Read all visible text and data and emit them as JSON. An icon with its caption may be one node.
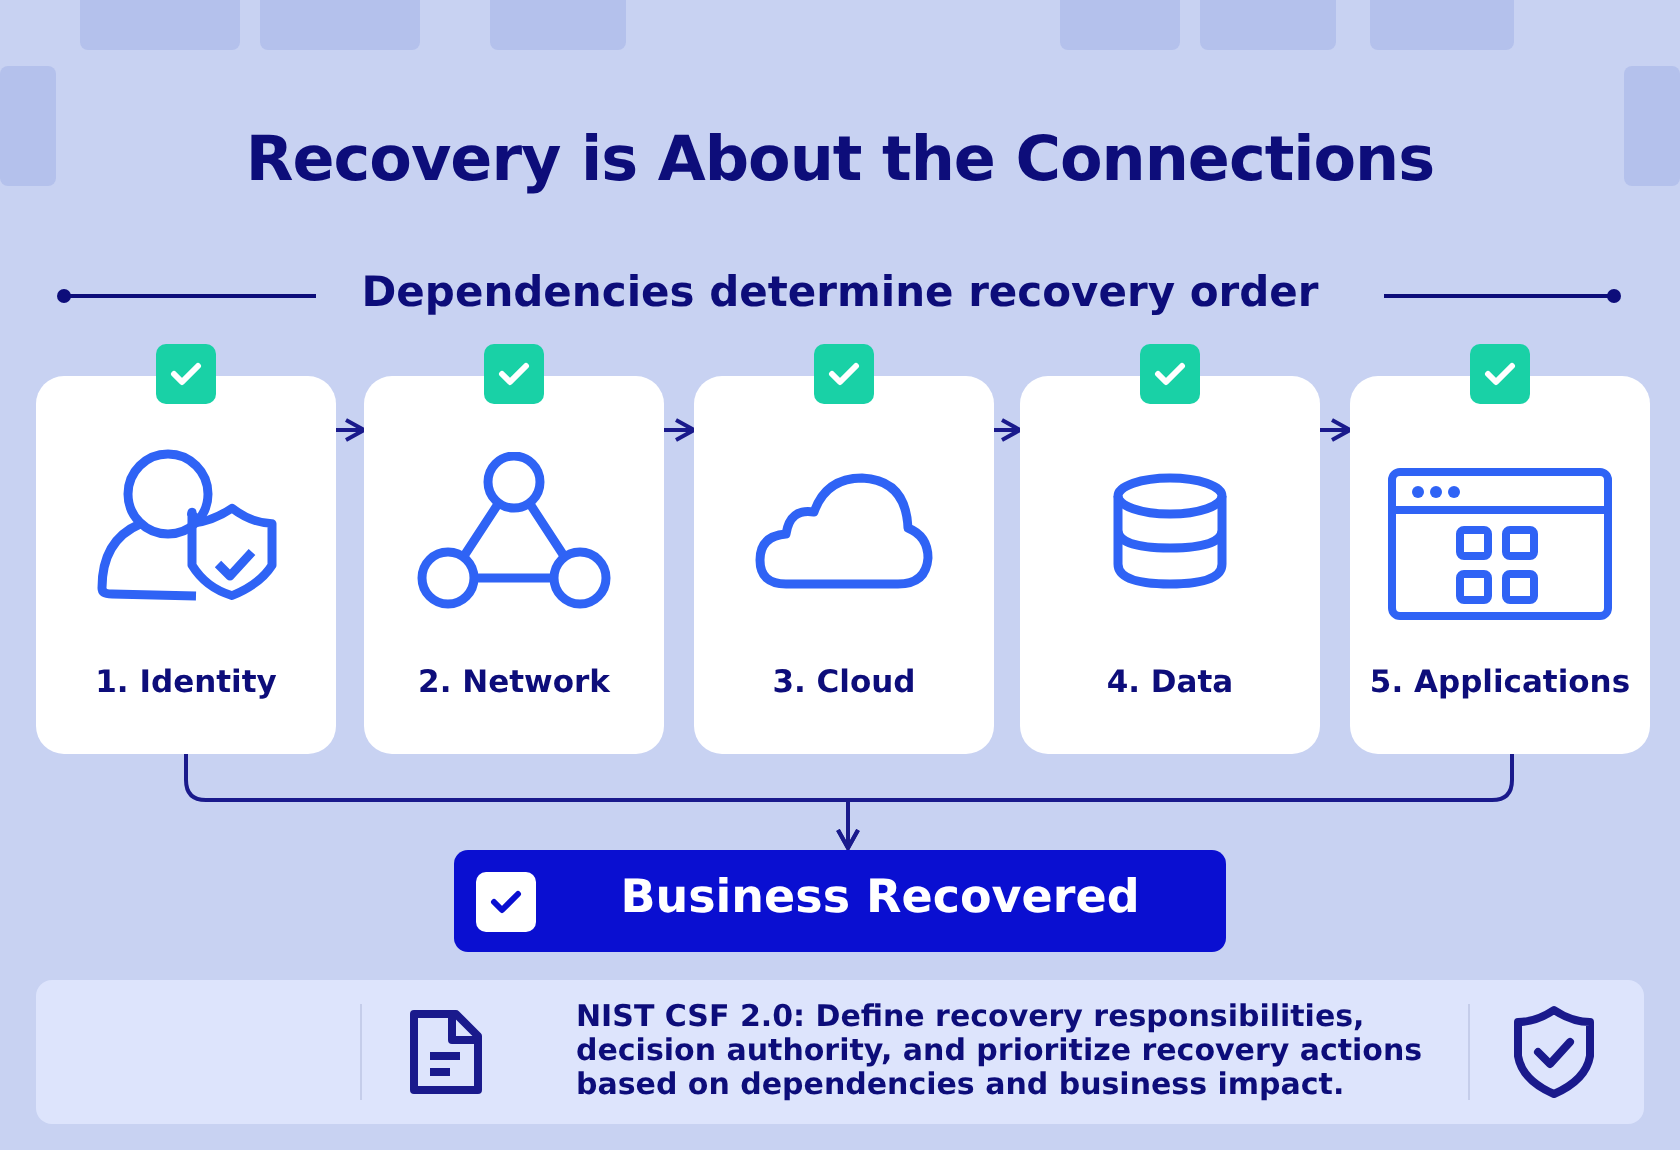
{
  "diagram": {
    "title": "Recovery is About the Connections",
    "nodes": [
      {
        "text": [
          "1. Identity"
        ]
      },
      {
        "text": [
          "2. Network"
        ]
      },
      {
        "text": [
          "3. Cloud"
        ]
      },
      {
        "text": [
          "4. Data"
        ]
      },
      {
        "text": [
          "5. Applications"
        ]
      },
      {
        "text": [
          "Business Recovered"
        ]
      },
      {
        "text": [
          "NIST CSF 2.0: Define recovery responsibilities, decision authority, and prioritize recovery actions based on dependencies and business impact."
        ]
      }
    ],
    "edges": [
      {
        "from": 0,
        "to": 1,
        "arrow": "to"
      },
      {
        "from": 1,
        "to": 2,
        "arrow": "to"
      },
      {
        "from": 2,
        "to": 3,
        "arrow": "to"
      },
      {
        "from": 3,
        "to": 4,
        "arrow": "to"
      },
      {
        "from": 0,
        "to": 5,
        "arrow": "to"
      },
      {
        "from": 4,
        "to": 5,
        "arrow": "to"
      }
    ],
    "labels": [
      "Dependencies determine recovery order"
    ]
  }
}
